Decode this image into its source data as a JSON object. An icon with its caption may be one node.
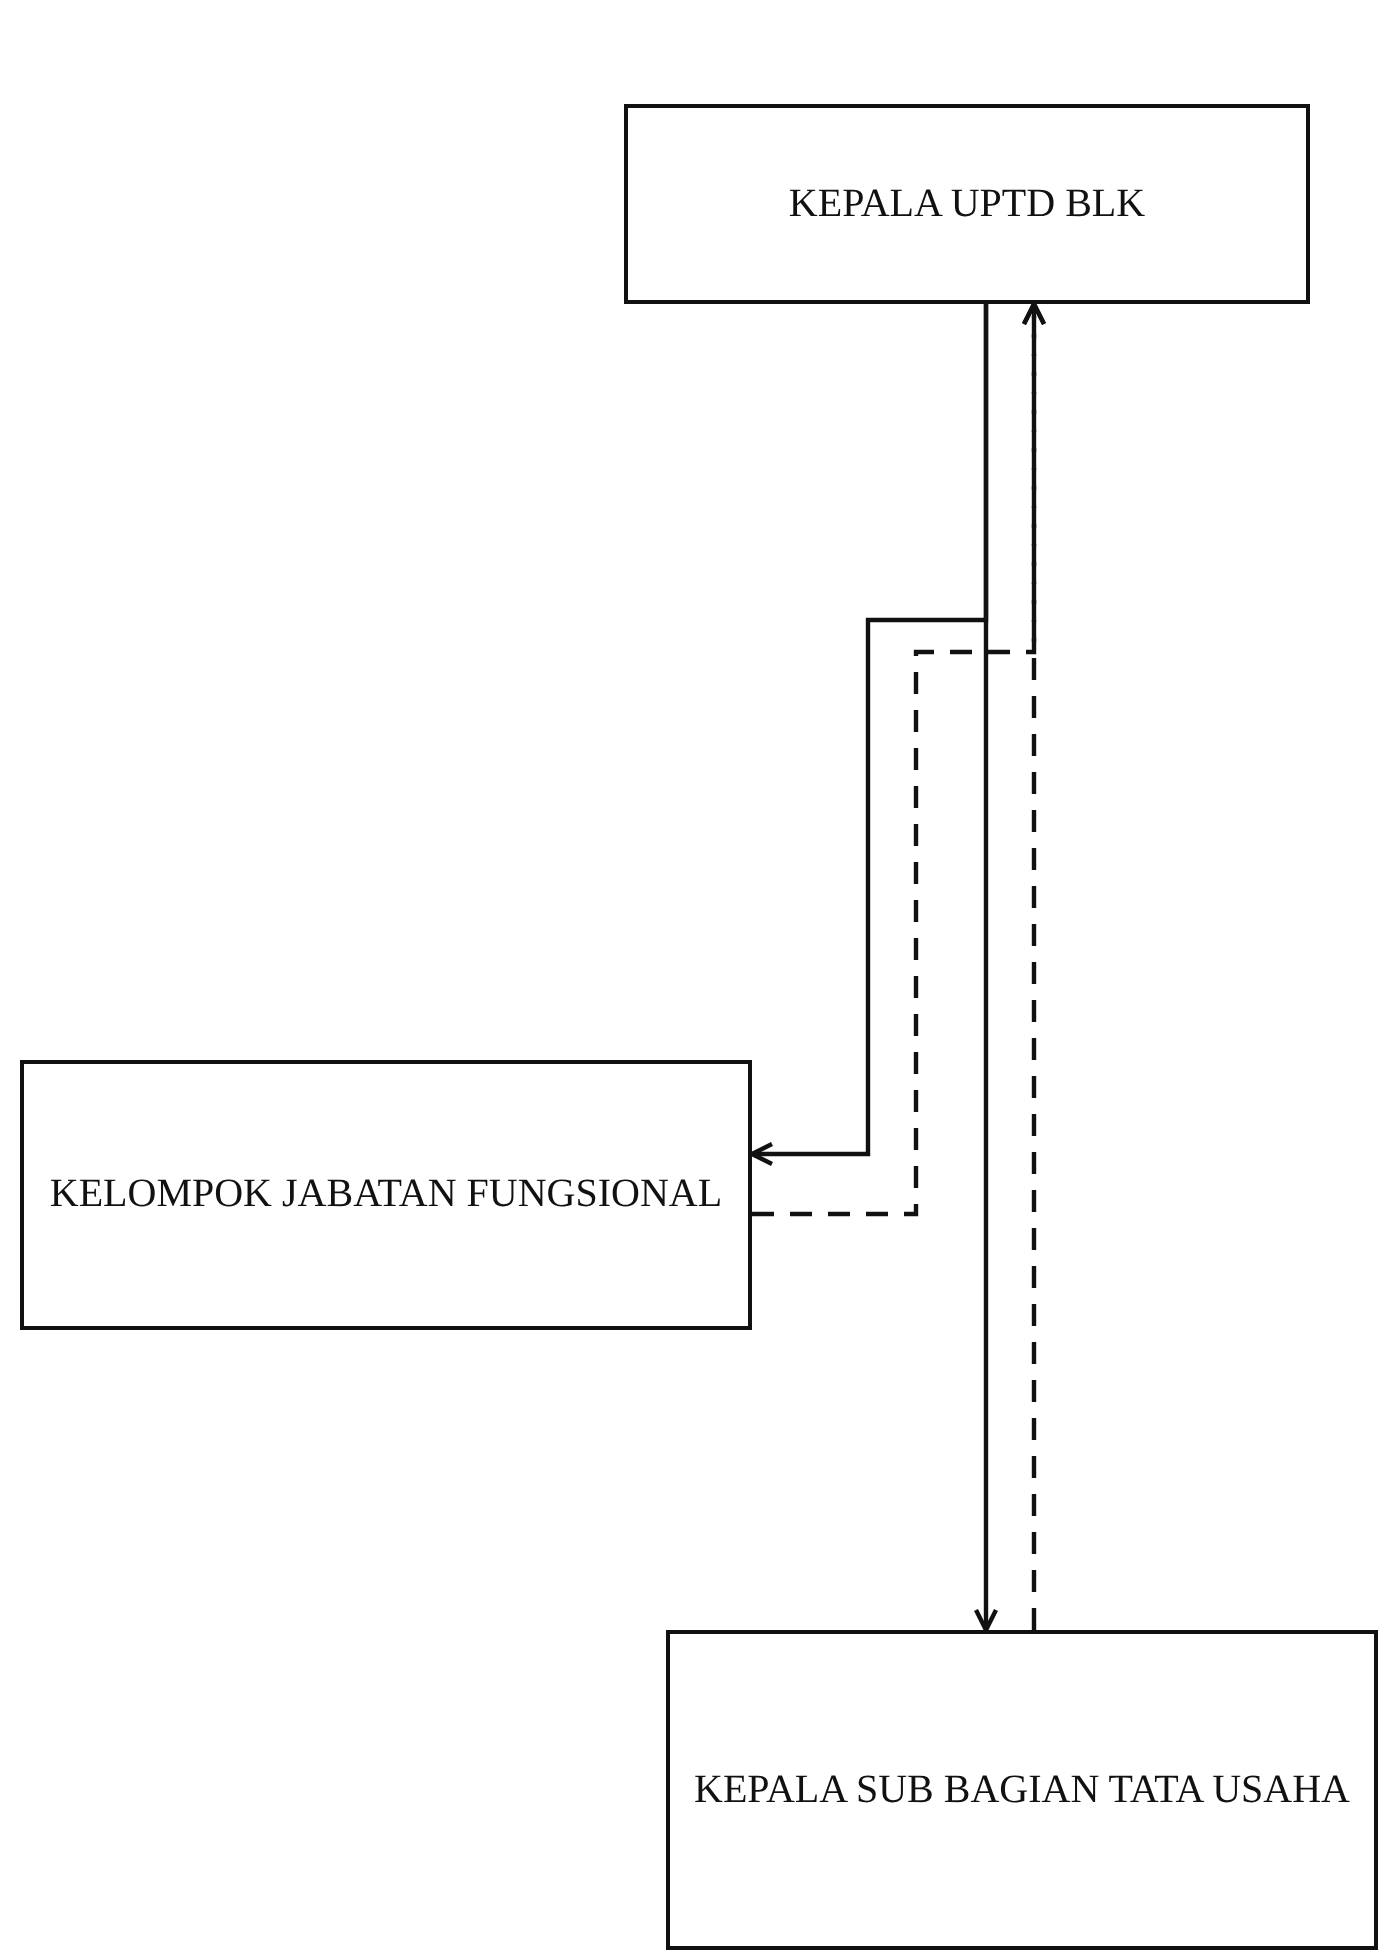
{
  "diagram": {
    "nodes": [
      {
        "text": [
          "KEPALA UPTD BLK"
        ]
      },
      {
        "text": [
          "KELOMPOK JABATAN FUNGSIONAL"
        ]
      },
      {
        "text": [
          "KEPALA SUB BAGIAN TATA USAHA"
        ]
      }
    ],
    "edges": [
      {
        "from": 0,
        "to": 2,
        "arrow": "to"
      },
      {
        "from": 0,
        "to": 1,
        "arrow": "to"
      },
      {
        "from": 2,
        "to": 0,
        "arrow": "to",
        "style": "dashed"
      },
      {
        "from": 1,
        "to": 0,
        "arrow": "to",
        "style": "dashed"
      }
    ]
  }
}
